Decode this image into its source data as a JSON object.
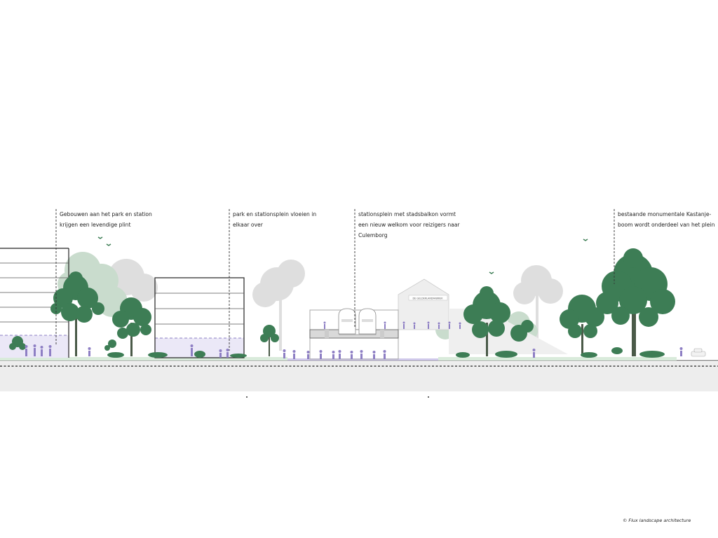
{
  "annotations": [
    {
      "text": "Gebouwen aan het park en station\nkrijgen een levendige plint"
    },
    {
      "text": "park en stationsplein vloeien in\nelkaar over"
    },
    {
      "text": "stationsplein met stadsbalkon vormt\neen nieuw welkom voor reizigers naar\nCulemborg"
    },
    {
      "text": "bestaande monumentale Kastanje-\nboom wordt onderdeel van het plein"
    }
  ],
  "station_sign": "DE GELDERLANDFABRIEK",
  "credit": "© Flux landscape architecture",
  "colors": {
    "tree_dark": "#3d7d55",
    "tree_light": "#bcd3c0",
    "tree_ghost": "#dcdcdc",
    "people": "#8e7fc4",
    "building_fill": "#ebe8f7",
    "ground": "#ededed"
  }
}
